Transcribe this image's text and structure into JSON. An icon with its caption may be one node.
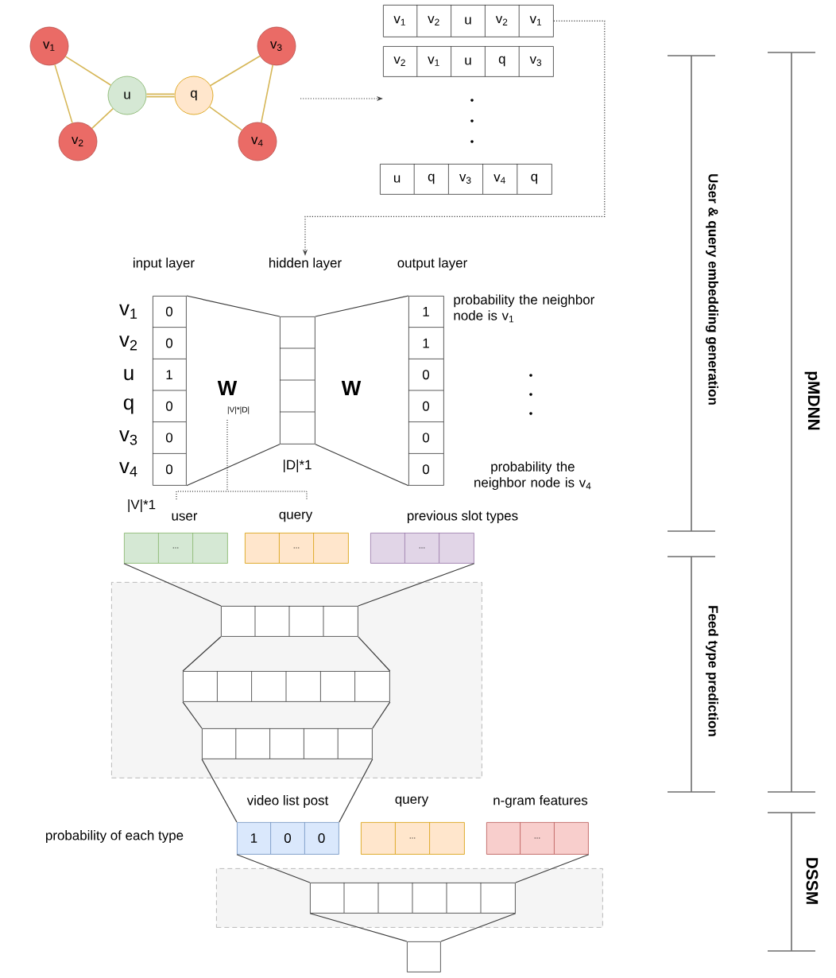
{
  "diagram": {
    "nodes": [
      {
        "text": [
          "v$_{1}$"
        ]
      },
      {
        "text": [
          "v$_{2}$"
        ]
      },
      {
        "text": [
          "u"
        ]
      },
      {
        "text": [
          "q"
        ]
      },
      {
        "text": [
          "v$_{3}$"
        ]
      },
      {
        "text": [
          "v$_{4}$"
        ]
      },
      {
        "text": [
          "v$_{1}$",
          "v$_{2}$",
          "u",
          "v$_{2}$",
          "v$_{1}$"
        ]
      },
      {
        "text": [
          "v$_{2}$",
          "v$_{1}$",
          "u",
          "q",
          "v$_{3}$"
        ]
      },
      {
        "text": [
          "u",
          "q",
          "v$_{3}$",
          "v$_{4}$",
          "q"
        ]
      },
      {
        "text": [
          "input layer",
          "0",
          "0",
          "1",
          "0",
          "0",
          "0"
        ],
        "beside": [
          "|V|*1"
        ]
      },
      {
        "text": [
          "hidden layer"
        ],
        "beside": [
          "|D|*1"
        ]
      },
      {
        "text": [
          "output layer",
          "1",
          "1",
          "0",
          "0",
          "0",
          "0"
        ]
      },
      {
        "text": [
          "user",
          "..."
        ]
      },
      {
        "text": [
          "query",
          "..."
        ]
      },
      {
        "text": [
          "previous slot types",
          "..."
        ]
      },
      {
        "text": [],
        "shape": "box"
      },
      {
        "text": [],
        "shape": "box",
        "in": 15
      },
      {
        "text": [],
        "shape": "box",
        "in": 15
      },
      {
        "text": [],
        "shape": "box",
        "in": 15
      },
      {
        "text": [
          "video list post",
          "1",
          "0",
          "0"
        ],
        "beside": [
          "probability of each type"
        ]
      },
      {
        "text": [
          "query",
          "..."
        ]
      },
      {
        "text": [
          "n-gram features",
          "..."
        ]
      },
      {
        "text": [],
        "shape": "box"
      },
      {
        "text": [],
        "shape": "box",
        "in": 22
      },
      {
        "text": [],
        "shape": "box"
      }
    ],
    "edges": [
      {
        "from": 0,
        "to": 2,
        "arrow": "none",
        "color": "#d6b656"
      },
      {
        "from": 1,
        "to": 2,
        "arrow": "none",
        "color": "#d6b656"
      },
      {
        "from": 0,
        "to": 1,
        "arrow": "none",
        "color": "#d6b656"
      },
      {
        "from": 2,
        "to": 3,
        "arrow": "none",
        "color": "#d6b656",
        "style": "thick"
      },
      {
        "from": 3,
        "to": 4,
        "arrow": "none",
        "color": "#d6b656"
      },
      {
        "from": 3,
        "to": 5,
        "arrow": "none",
        "color": "#d6b656"
      },
      {
        "from": 4,
        "to": 5,
        "arrow": "none",
        "color": "#d6b656"
      },
      {
        "from": null,
        "to": 7,
        "arrow": "to",
        "style": "dashed"
      },
      {
        "from": 6,
        "to": 10,
        "arrow": "to",
        "style": "dashed"
      },
      {
        "from": 9,
        "to": 10,
        "arrow": "none"
      },
      {
        "from": 9,
        "to": 10,
        "arrow": "none"
      },
      {
        "from": 10,
        "to": 11,
        "arrow": "none"
      },
      {
        "from": 10,
        "to": 11,
        "arrow": "none"
      },
      {
        "from": 12,
        "to": 16,
        "arrow": "none"
      },
      {
        "from": 14,
        "to": 16,
        "arrow": "none"
      },
      {
        "from": 16,
        "to": 17,
        "arrow": "none"
      },
      {
        "from": 16,
        "to": 17,
        "arrow": "none"
      },
      {
        "from": 17,
        "to": 18,
        "arrow": "none"
      },
      {
        "from": 17,
        "to": 18,
        "arrow": "none"
      },
      {
        "from": 18,
        "to": 19,
        "arrow": "none"
      },
      {
        "from": 18,
        "to": 19,
        "arrow": "none"
      },
      {
        "from": 19,
        "to": 23,
        "arrow": "none"
      },
      {
        "from": 21,
        "to": 23,
        "arrow": "none"
      },
      {
        "from": 23,
        "to": 24,
        "arrow": "none"
      },
      {
        "from": 23,
        "to": 24,
        "arrow": "none"
      }
    ],
    "labels": [
      "v$_{1}$",
      "v$_{2}$",
      "u",
      "q",
      "v$_{3}$",
      "v$_{4}$",
      "W",
      "|V|*|D|",
      "W",
      "probability the neighbor node is v$_{1}$",
      "probability the neighbor node is v$_{4}$",
      "User & query embedding generation",
      "Feed type prediction",
      "pMDNN",
      "DSSM"
    ]
  }
}
